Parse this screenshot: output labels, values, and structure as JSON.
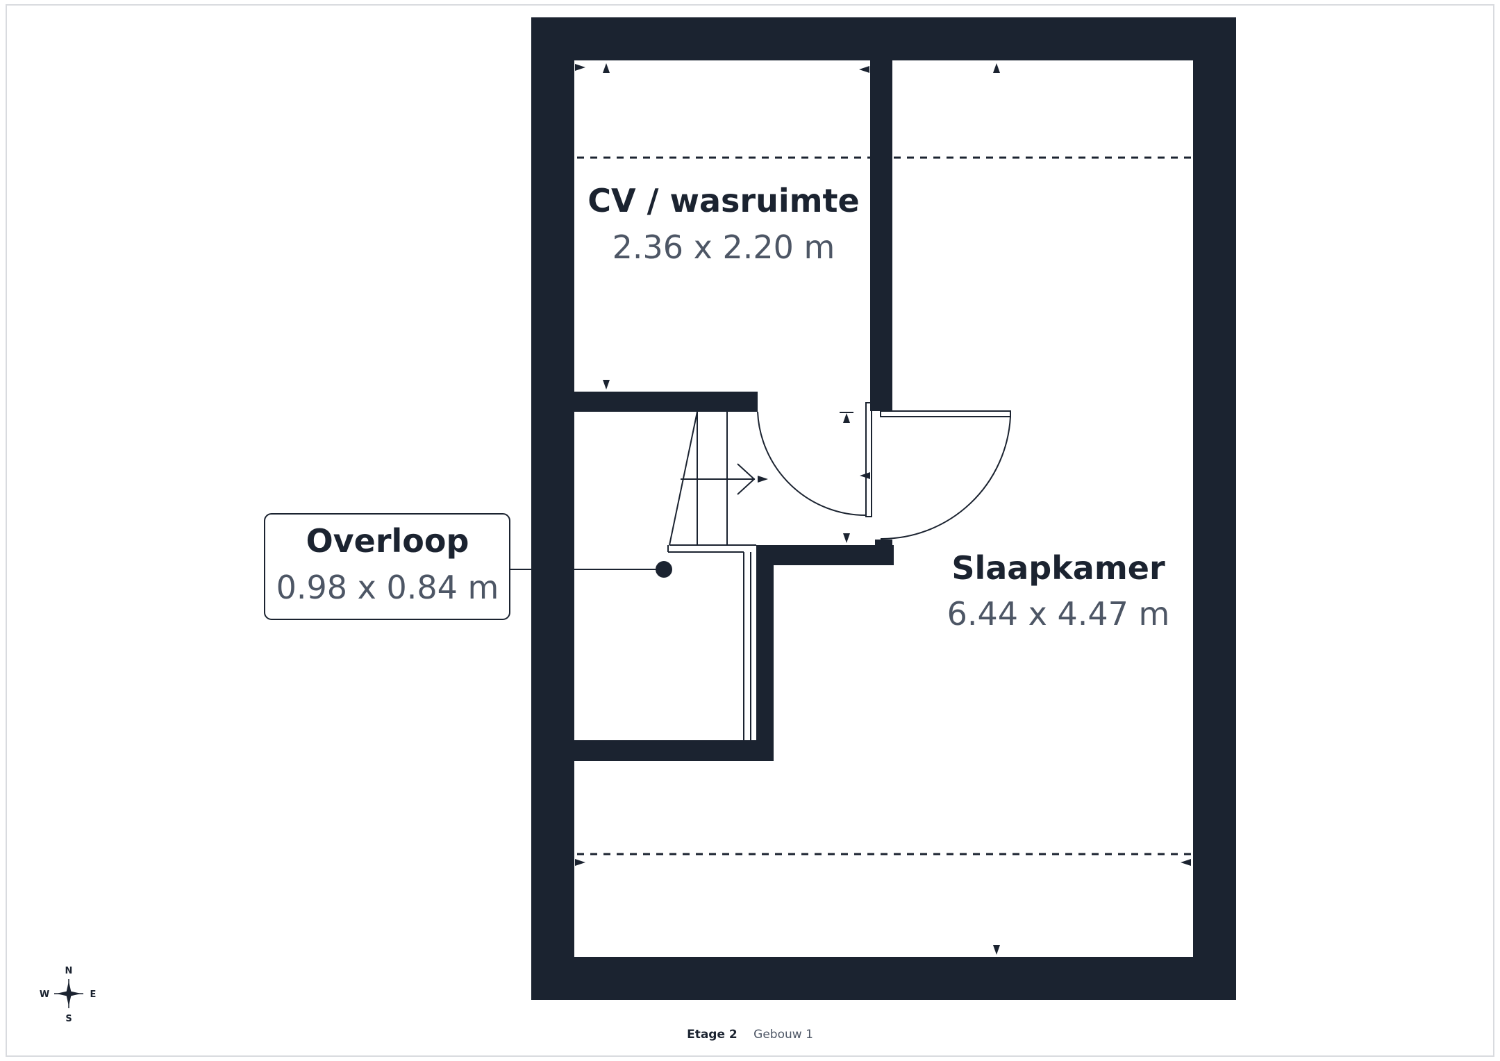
{
  "rooms": {
    "cv": {
      "name": "CV / wasruimte",
      "dimensions": "2.36 x 2.20 m"
    },
    "overloop": {
      "name": "Overloop",
      "dimensions": "0.98 x 0.84 m"
    },
    "slaapkamer": {
      "name": "Slaapkamer",
      "dimensions": "6.44 x 4.47 m"
    }
  },
  "compass": {
    "north": "N",
    "south": "S",
    "east": "E",
    "west": "W"
  },
  "footer": {
    "floor": "Etage 2",
    "building": "Gebouw 1"
  }
}
